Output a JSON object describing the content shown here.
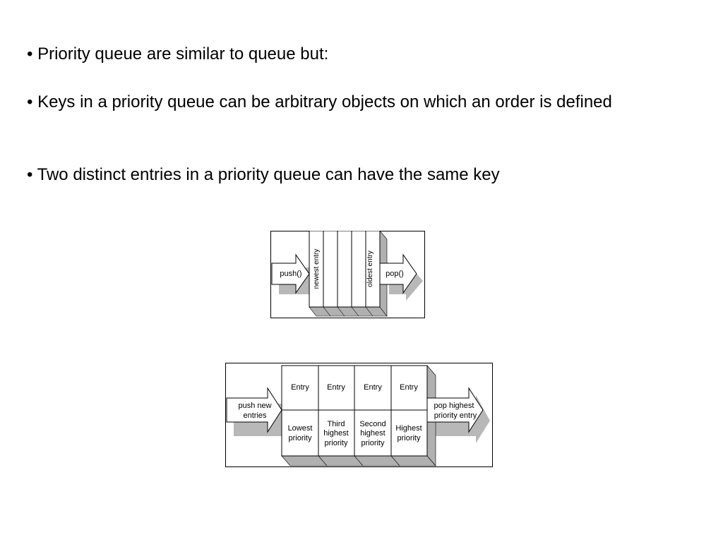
{
  "bullets": [
    "• Priority queue are similar to queue but:",
    "• Keys in a priority queue can be arbitrary objects on which an order is defined",
    "• Two distinct entries in a priority queue can have the same key"
  ],
  "queue_diagram": {
    "push_label": "push()",
    "pop_label": "pop()",
    "newest_label": "newest entry",
    "oldest_label": "oldest entry"
  },
  "priority_diagram": {
    "push_label_line1": "push new",
    "push_label_line2": "entries",
    "pop_label_line1": "pop highest",
    "pop_label_line2": "priority entry",
    "entry_label": "Entry",
    "cells": [
      [
        "Lowest",
        "priority"
      ],
      [
        "Third",
        "highest",
        "priority"
      ],
      [
        "Second",
        "highest",
        "priority"
      ],
      [
        "Highest",
        "priority"
      ]
    ]
  }
}
